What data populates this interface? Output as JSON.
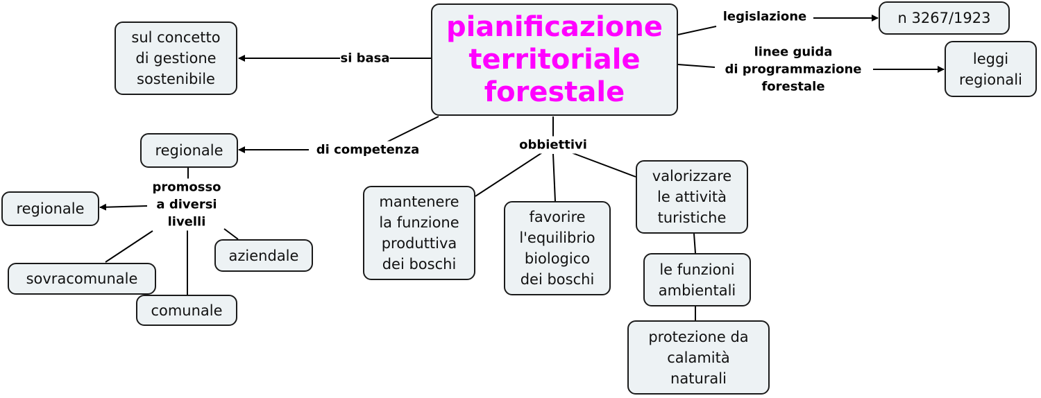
{
  "center": {
    "text": "pianificazione\nterritoriale\nforestale",
    "color": "#ff00ff"
  },
  "nodes": {
    "gestione": "sul concetto\ndi gestione\nsostenibile",
    "legge": "n 3267/1923",
    "leggi_regionali": "leggi\nregionali",
    "regionale_top": "regionale",
    "regionale_left": "regionale",
    "sovracomunale": "sovracomunale",
    "comunale": "comunale",
    "aziendale": "aziendale",
    "mantenere": "mantenere\nla funzione\nproduttiva\ndei boschi",
    "favorire": "favorire\nl'equilibrio\nbiologico\ndei boschi",
    "valorizzare": "valorizzare\nle attività\nturistiche",
    "funzioni": "le funzioni\nambientali",
    "protezione": "protezione da\ncalamità\nnaturali"
  },
  "links": {
    "si_basa": "si basa",
    "legislazione": "legislazione",
    "linee_guida": "linee guida\ndi programmazione\nforestale",
    "di_competenza": "di competenza",
    "obbiettivi": "obbiettivi",
    "promosso": "promosso\na diversi\nlivelli"
  }
}
